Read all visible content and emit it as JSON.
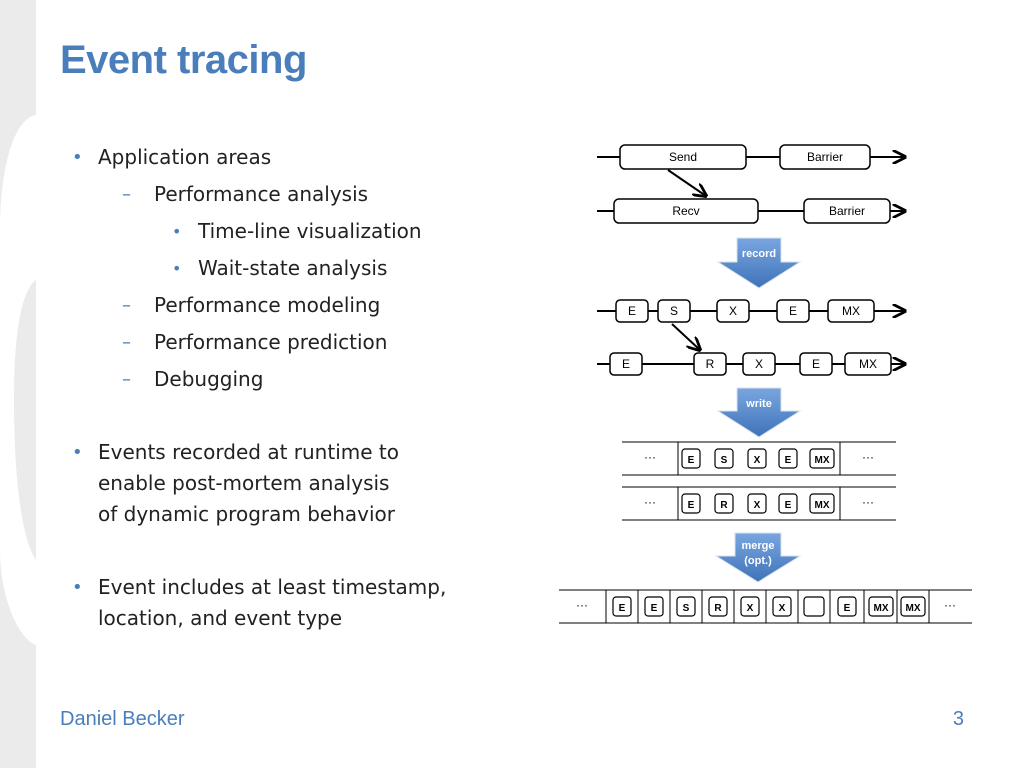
{
  "slide": {
    "title": "Event tracing",
    "bullets": {
      "b1": "Application areas",
      "b1_1": "Performance analysis",
      "b1_1_1": "Time-line visualization",
      "b1_1_2": "Wait-state analysis",
      "b1_2": "Performance modeling",
      "b1_3": "Performance prediction",
      "b1_4": "Debugging",
      "b2_line1": "Events recorded at runtime to",
      "b2_line2": "enable post-mortem analysis",
      "b2_line3": "of dynamic program behavior",
      "b3_line1": "Event includes at least timestamp,",
      "b3_line2": "location, and event type"
    },
    "markers": {
      "level1": "•",
      "level2": "–",
      "level3": "•"
    }
  },
  "diagram": {
    "timeline": {
      "send": "Send",
      "recv": "Recv",
      "barrier_top": "Barrier",
      "barrier_bottom": "Barrier"
    },
    "arrows": {
      "record": "record",
      "write": "write",
      "merge_line1": "merge",
      "merge_line2": "(opt.)"
    },
    "events": {
      "top": [
        "E",
        "S",
        "X",
        "E",
        "MX"
      ],
      "bottom": [
        "E",
        "R",
        "X",
        "E",
        "MX"
      ]
    },
    "traces": {
      "trace1": [
        "E",
        "S",
        "X",
        "E",
        "MX"
      ],
      "trace2": [
        "E",
        "R",
        "X",
        "E",
        "MX"
      ],
      "merged": [
        "E",
        "E",
        "S",
        "R",
        "X",
        "X",
        "",
        "E",
        "MX",
        "MX"
      ],
      "ellipsis": "···"
    }
  },
  "footer": {
    "author": "Daniel Becker",
    "page": "3"
  },
  "colors": {
    "accent": "#4a7ebb",
    "arrow_fill": "#5b8fd0"
  }
}
